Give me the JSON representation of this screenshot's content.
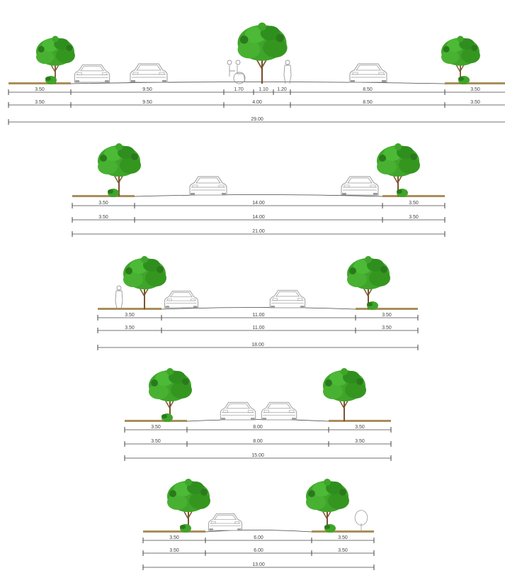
{
  "colors": {
    "ground": "#a88f5a",
    "canopy": "#3fa52a",
    "canopy_dark": "#2a7a1c",
    "trunk": "#7a5430",
    "line": "#444444",
    "vehicle": "#9a9a9a"
  },
  "sections": [
    {
      "id": "section-1",
      "rows": [
        [
          "3.50",
          "9.50",
          "1.70",
          "1.10",
          "1.20",
          "8.50",
          "3.50"
        ],
        [
          "3.50",
          "9.50",
          "4.00",
          "8.50",
          "3.50"
        ],
        [
          "29.00"
        ]
      ]
    },
    {
      "id": "section-2",
      "rows": [
        [
          "3.50",
          "14.00",
          "3.50"
        ],
        [
          "3.50",
          "14.00",
          "3.50"
        ],
        [
          "21.00"
        ]
      ]
    },
    {
      "id": "section-3",
      "rows": [
        [
          "3.50",
          "11.00",
          "3.50"
        ],
        [
          "3.50",
          "11.00",
          "3.50"
        ],
        [
          "18.00"
        ]
      ]
    },
    {
      "id": "section-4",
      "rows": [
        [
          "3.50",
          "8.00",
          "3.50"
        ],
        [
          "3.50",
          "8.00",
          "3.50"
        ],
        [
          "15.00"
        ]
      ]
    },
    {
      "id": "section-5",
      "rows": [
        [
          "3.50",
          "6.00",
          "3.50"
        ],
        [
          "3.50",
          "6.00",
          "3.50"
        ],
        [
          "13.00"
        ]
      ]
    }
  ],
  "icons": {
    "tree": "tree-icon",
    "car": "car-icon",
    "pedestrian": "pedestrian-icon",
    "wheelchair": "wheelchair-user-icon",
    "shrub": "shrub-icon"
  }
}
